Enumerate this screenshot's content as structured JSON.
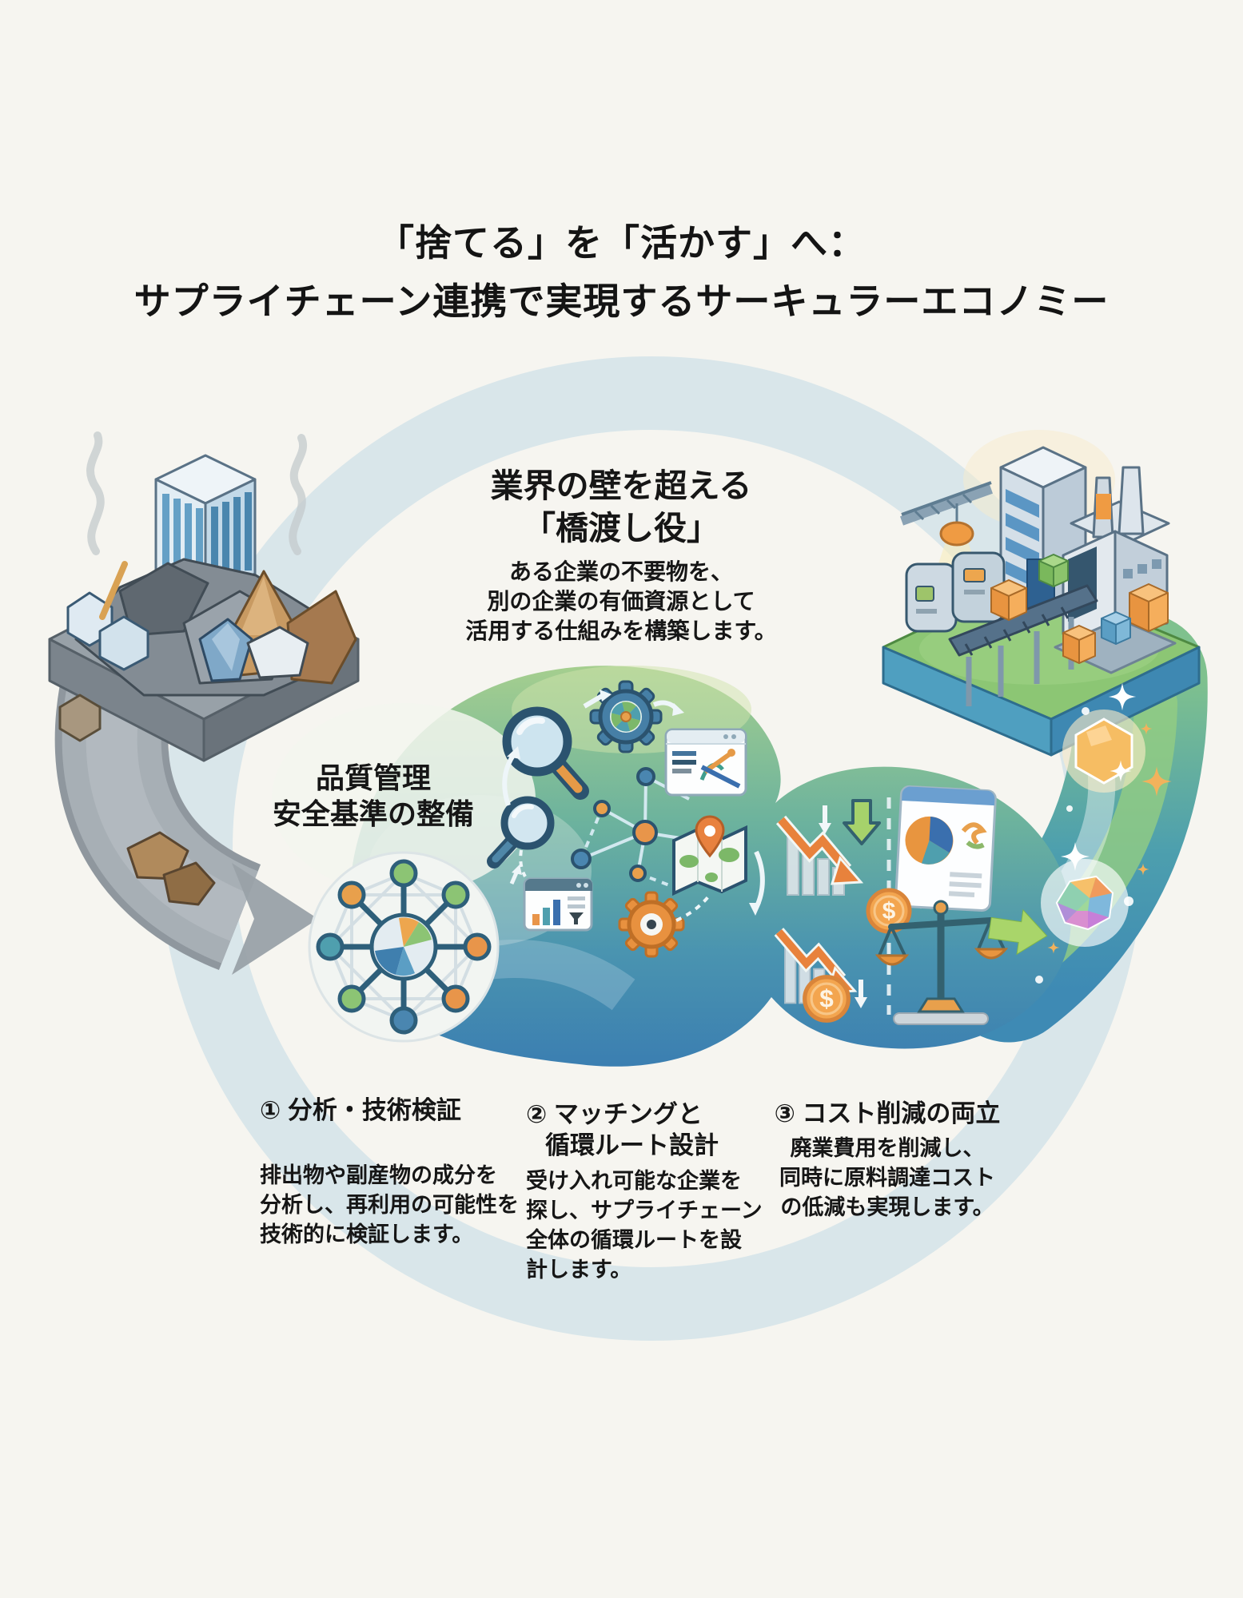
{
  "title": {
    "line1": "「捨てる」を「活かす」へ：",
    "line2": "サプライチェーン連携で実現するサーキュラーエコノミー"
  },
  "bridge": {
    "heading_line1": "業界の壁を超える",
    "heading_line2": "「橋渡し役」",
    "body_line1": "ある企業の不要物を、",
    "body_line2": "別の企業の有価資源として",
    "body_line3": "活用する仕組みを構築します。"
  },
  "quality": {
    "line1": "品質管理",
    "line2": "安全基準の整備"
  },
  "steps": [
    {
      "heading": "① 分析・技術検証",
      "body_line1": "排出物や副産物の成分を",
      "body_line2": "分析し、再利用の可能性を",
      "body_line3": "技術的に検証します。"
    },
    {
      "heading_line1": "② マッチングと",
      "heading_line2": "循環ルート設計",
      "body_line1": "受け入れ可能な企業を",
      "body_line2": "探し、サプライチェーン",
      "body_line3": "全体の循環ルートを設",
      "body_line4": "計します。"
    },
    {
      "heading": "③ コスト削減の両立",
      "body_line1": "廃業費用を削減し、",
      "body_line2": "同時に原料調達コスト",
      "body_line3": "の低減も実現します。"
    }
  ],
  "icons": {
    "dollar_symbol": "$",
    "legend": {
      "magnifier-icon": "magnifying glass",
      "gear-fan-icon": "gear with fan blades",
      "gear-icon": "orange gear",
      "line-chart-window-icon": "window with trend chart",
      "bar-chart-window-icon": "window with bar chart",
      "network-graph-icon": "connected dot network",
      "map-pin-icon": "map with location pin",
      "declining-chart-icon": "falling chart with orange arrow",
      "green-down-arrow-icon": "green down arrow",
      "pie-chart-window-icon": "report window with pie chart",
      "dollar-coin-icon": "dollar coin",
      "balance-scales-icon": "balance scales",
      "forward-arrow-icon": "lime right arrow",
      "orange-hexagon-gem-icon": "glowing hexagon gem",
      "rainbow-gem-icon": "rainbow faceted gem",
      "sparkle-icon": "four point sparkle",
      "gray-flow-arrow-icon": "gray flow arrow",
      "network-hub-icon": "hub and spoke network in circle",
      "waste-pile-illustration": "waste pile with office building",
      "factory-illustration": "factory with conveyor and boxes"
    }
  },
  "colors": {
    "background": "#f6f5f0",
    "ring": "#d9e6ea",
    "flow_green": "#a6cf8e",
    "flow_teal": "#4a94b0",
    "flow_blue": "#3a7db1",
    "road_gray": "#a7afb5",
    "accent_orange": "#e8954a",
    "lime_arrow": "#a9d56a",
    "text": "#161616"
  }
}
